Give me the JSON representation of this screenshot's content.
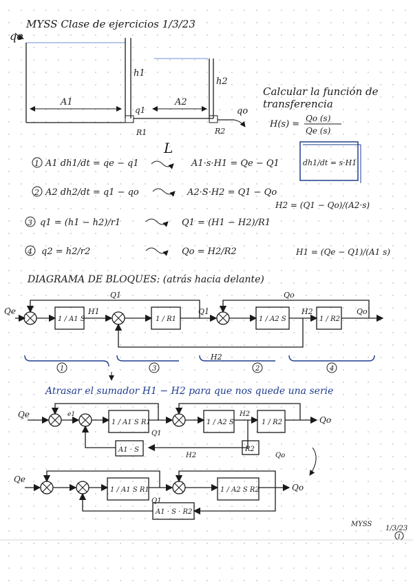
{
  "header": {
    "title": "MYSS  Clase de ejercicios  1/3/23"
  },
  "tank_sketch": {
    "labels": [
      "qe",
      "h1",
      "A1",
      "q1",
      "R1",
      "h2",
      "A2",
      "qo",
      "R2"
    ]
  },
  "problem": {
    "statement_line1": "Calcular la función de",
    "statement_line2": "transferencia",
    "tf_lhs": "H(s) =",
    "tf_num": "Qo (s)",
    "tf_den": "Qe (s)",
    "laplace_symbol": "L"
  },
  "equations": [
    {
      "num": "1",
      "time": "A1 dh1/dt = qe − q1",
      "laplace": "A1·s·H1 = Qe − Q1"
    },
    {
      "num": "2",
      "time": "A2 dh2/dt = q1 − qo",
      "laplace": "A2·S·H2 = Q1 − Qo"
    },
    {
      "num": "3",
      "time": "q1 = (h1 − h2)/r1",
      "laplace": "Q1 = (H1 − H2)/R1"
    },
    {
      "num": "4",
      "time": "q2 = h2/r2",
      "laplace": "Qo = H2/R2"
    }
  ],
  "boxed_note": "dh1/dt = s·H1",
  "derived": {
    "h2": "H2 = (Q1 − Qo)/(A2·s)",
    "h1": "H1 = (Qe − Q1)/(A1 s)"
  },
  "section_title": "DIAGRAMA DE BLOQUES: (atrás hacia delante)",
  "diagram1": {
    "input": "Qe",
    "blocks": [
      "1 / A1 S",
      "1 / R1",
      "1 / A2 S",
      "1 / R2"
    ],
    "signals": [
      "H1",
      "Q1",
      "H2",
      "Qo",
      "Q1",
      "Qo",
      "H2"
    ],
    "braces": [
      "1",
      "3",
      "2",
      "4"
    ]
  },
  "note2": "Atrasar el sumador H1 − H2 para que nos quede una serie",
  "diagram2": {
    "input": "Qe",
    "blocks": [
      "1 / A1 S R1",
      "1 / A2 S",
      "1 / R2"
    ],
    "feedback_blocks": [
      "A1 · S",
      "R2"
    ],
    "signals": [
      "e1",
      "Q1",
      "H2",
      "Qo",
      "H2",
      "Qo"
    ]
  },
  "diagram3": {
    "input": "Qe",
    "blocks": [
      "1 / A1 S R1",
      "1 / A2 S R2"
    ],
    "feedback_blocks": [
      "A1 · S · R2"
    ],
    "signals": [
      "Q1",
      "Qo"
    ]
  },
  "footer": {
    "tag": "MYSS",
    "date": "1/3/23",
    "page": "1"
  }
}
